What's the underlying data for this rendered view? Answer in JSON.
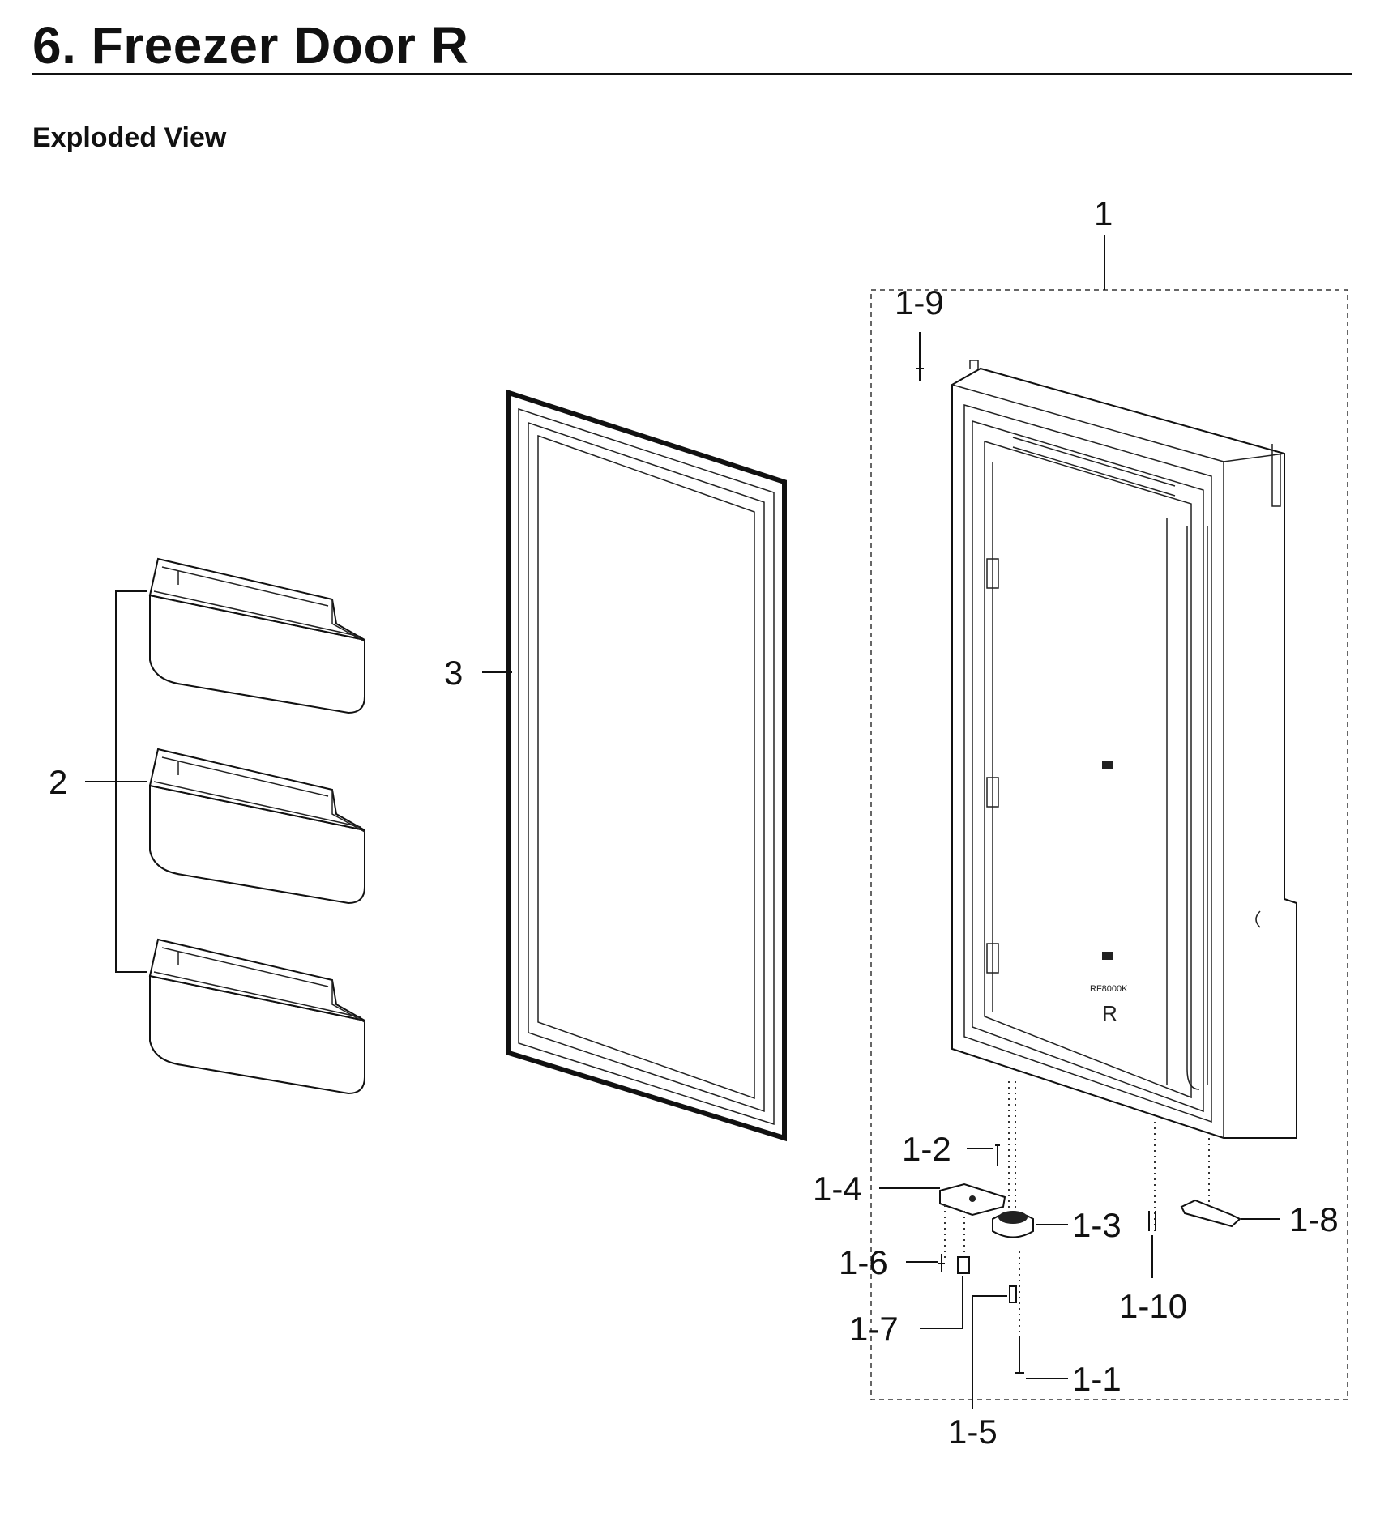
{
  "header": {
    "title": "6.  Freezer Door R",
    "subtitle": "Exploded View"
  },
  "callouts": [
    {
      "id": "1",
      "label": "1"
    },
    {
      "id": "1-9",
      "label": "1-9"
    },
    {
      "id": "3",
      "label": "3"
    },
    {
      "id": "2",
      "label": "2"
    },
    {
      "id": "1-2",
      "label": "1-2"
    },
    {
      "id": "1-4",
      "label": "1-4"
    },
    {
      "id": "1-3",
      "label": "1-3"
    },
    {
      "id": "1-8",
      "label": "1-8"
    },
    {
      "id": "1-6",
      "label": "1-6"
    },
    {
      "id": "1-10",
      "label": "1-10"
    },
    {
      "id": "1-7",
      "label": "1-7"
    },
    {
      "id": "1-1",
      "label": "1-1"
    },
    {
      "id": "1-5",
      "label": "1-5"
    }
  ],
  "door_markings": {
    "model": "RF8000K",
    "side": "R"
  }
}
